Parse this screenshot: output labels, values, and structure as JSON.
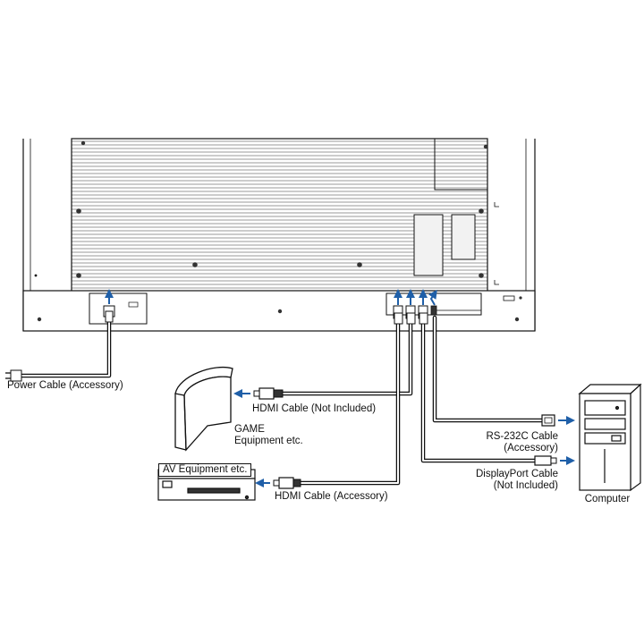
{
  "labels": {
    "power_cable": "Power Cable (Accessory)",
    "hdmi_not_included": "HDMI Cable (Not Included)",
    "game_line1": "GAME",
    "game_line2": "Equipment etc.",
    "av_equipment": "AV Equipment etc.",
    "hdmi_accessory": "HDMI Cable (Accessory)",
    "rs232c_line1": "RS-232C Cable",
    "rs232c_line2": "(Accessory)",
    "displayport_line1": "DisplayPort Cable",
    "displayport_line2": "(Not Included)",
    "computer": "Computer"
  },
  "colors": {
    "line": "#111111",
    "vent": "#9a9a9a",
    "panel": "#f2f2f2",
    "arrow": "#1f5fa8",
    "cable": "#ffffff"
  }
}
